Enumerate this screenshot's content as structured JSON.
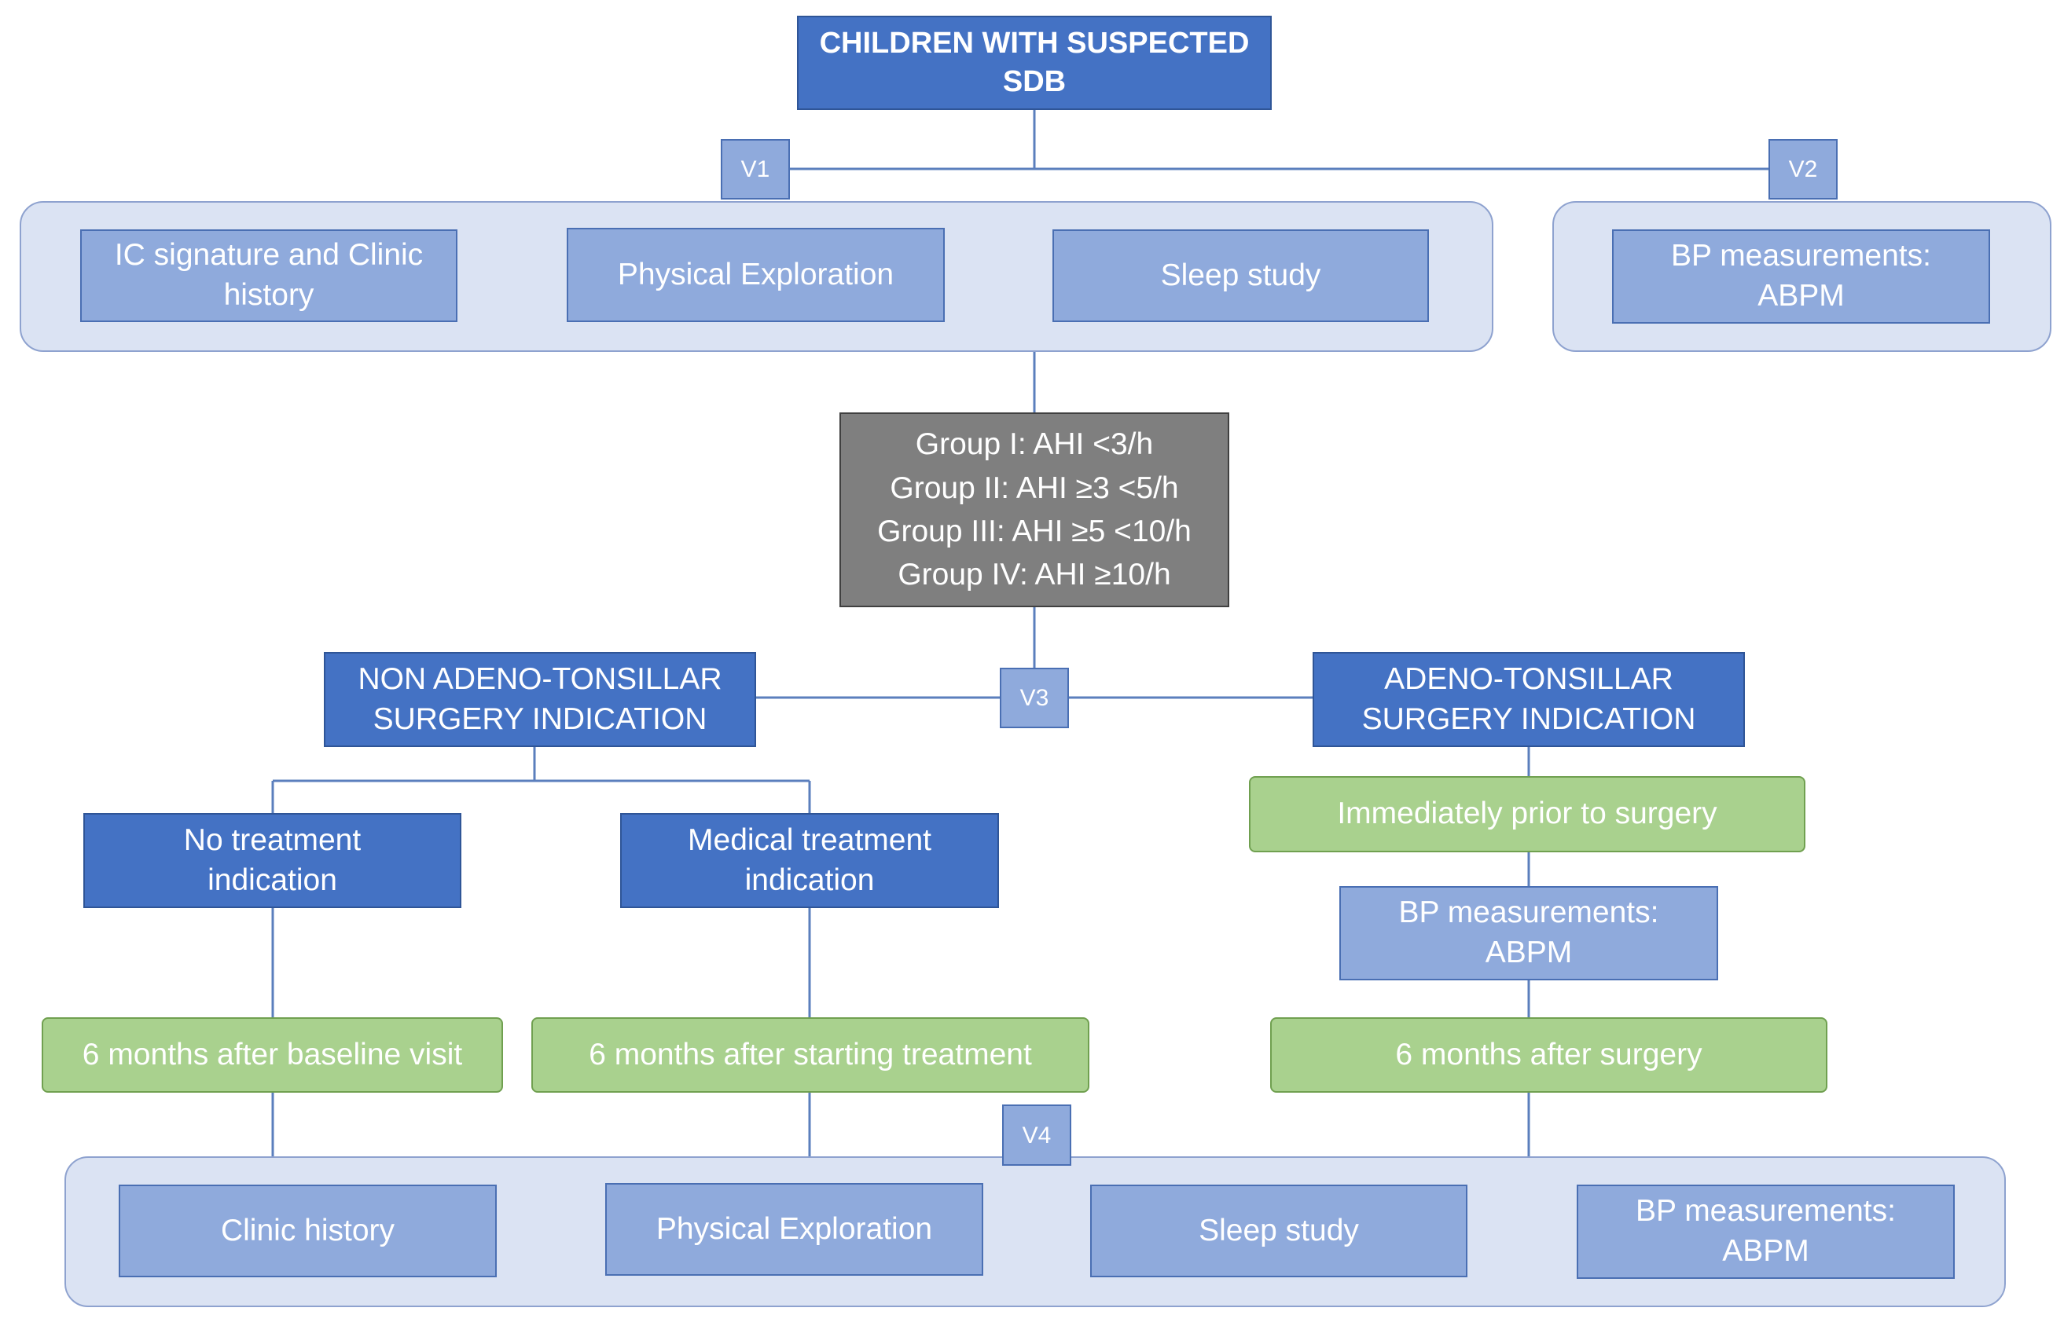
{
  "title": "CHILDREN WITH SUSPECTED\nSDB",
  "visits": {
    "v1": "V1",
    "v2": "V2",
    "v3": "V3",
    "v4": "V4"
  },
  "baseline": {
    "ic": "IC signature and Clinic\nhistory",
    "physical": "Physical Exploration",
    "sleep": "Sleep study",
    "bp": "BP measurements:\nABPM"
  },
  "groups": "Group I: AHI <3/h\nGroup II: AHI ≥3 <5/h\nGroup III: AHI ≥5 <10/h\nGroup IV: AHI ≥10/h",
  "non_surgery": "NON ADENO-TONSILLAR\nSURGERY INDICATION",
  "surgery": "ADENO-TONSILLAR\nSURGERY INDICATION",
  "no_treatment": "No treatment\nindication",
  "medical_treatment": "Medical treatment\nindication",
  "immediately_prior": "Immediately prior to surgery",
  "bp_surgery": "BP measurements:\nABPM",
  "after_baseline": "6 months after baseline visit",
  "after_treatment": "6 months after starting treatment",
  "after_surgery": "6 months after surgery",
  "followup": {
    "clinic": "Clinic history",
    "physical": "Physical Exploration",
    "sleep": "Sleep study",
    "bp": "BP measurements:\nABPM"
  },
  "colors": {
    "dark_blue": "#4472c4",
    "light_blue": "#8faadc",
    "panel": "#dbe3f3",
    "green": "#a9d18e",
    "grey": "#7f7f7f",
    "line": "#5b7fbd"
  }
}
